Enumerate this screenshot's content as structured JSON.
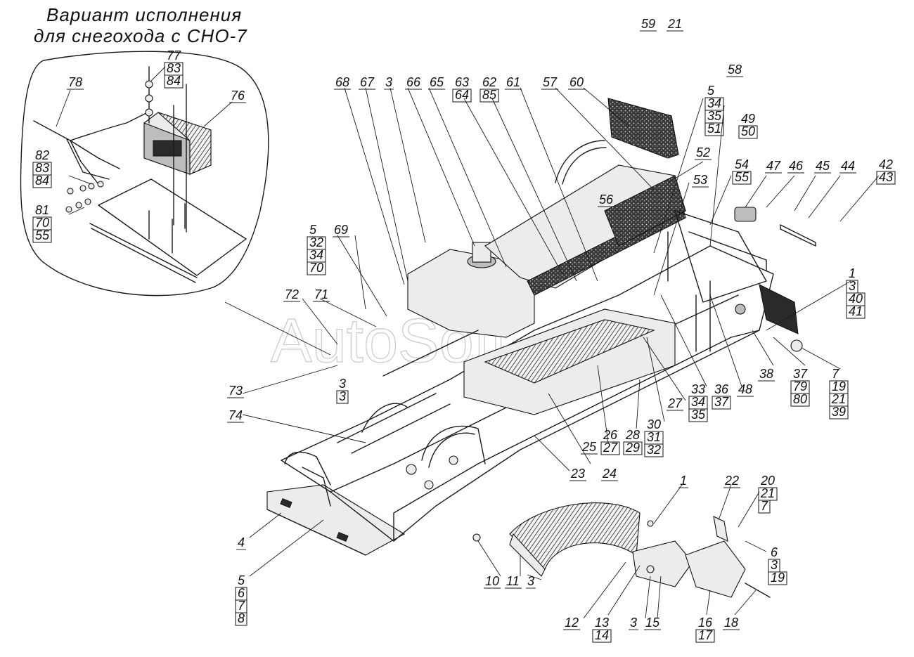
{
  "title": {
    "line1": "Вариант исполнения",
    "line2": "для снегохода с СНО-7"
  },
  "watermark": "AutoSoft",
  "callouts": [
    {
      "id": "c78",
      "lines": [
        "78"
      ]
    },
    {
      "id": "c77",
      "lines": [
        "77",
        "83",
        "84"
      ]
    },
    {
      "id": "c76",
      "lines": [
        "76"
      ]
    },
    {
      "id": "c82",
      "lines": [
        "82",
        "83",
        "84"
      ]
    },
    {
      "id": "c81",
      "lines": [
        "81",
        "70",
        "55"
      ]
    },
    {
      "id": "c68",
      "lines": [
        "68"
      ]
    },
    {
      "id": "c67",
      "lines": [
        "67"
      ]
    },
    {
      "id": "c3a",
      "lines": [
        "3"
      ]
    },
    {
      "id": "c66",
      "lines": [
        "66"
      ]
    },
    {
      "id": "c65",
      "lines": [
        "65"
      ]
    },
    {
      "id": "c63",
      "lines": [
        "63",
        "64"
      ]
    },
    {
      "id": "c62",
      "lines": [
        "62",
        "85"
      ]
    },
    {
      "id": "c61",
      "lines": [
        "61"
      ]
    },
    {
      "id": "c57",
      "lines": [
        "57"
      ]
    },
    {
      "id": "c60",
      "lines": [
        "60"
      ]
    },
    {
      "id": "c59",
      "lines": [
        "59"
      ]
    },
    {
      "id": "c21",
      "lines": [
        "21"
      ]
    },
    {
      "id": "c58",
      "lines": [
        "58"
      ]
    },
    {
      "id": "c5a",
      "lines": [
        "5",
        "34",
        "35",
        "51"
      ]
    },
    {
      "id": "c49",
      "lines": [
        "49",
        "50"
      ]
    },
    {
      "id": "c52",
      "lines": [
        "52"
      ]
    },
    {
      "id": "c56",
      "lines": [
        "56"
      ]
    },
    {
      "id": "c53",
      "lines": [
        "53"
      ]
    },
    {
      "id": "c54",
      "lines": [
        "54",
        "55"
      ]
    },
    {
      "id": "c47",
      "lines": [
        "47"
      ]
    },
    {
      "id": "c46",
      "lines": [
        "46"
      ]
    },
    {
      "id": "c45",
      "lines": [
        "45"
      ]
    },
    {
      "id": "c44",
      "lines": [
        "44"
      ]
    },
    {
      "id": "c42",
      "lines": [
        "42",
        "43"
      ]
    },
    {
      "id": "c1a",
      "lines": [
        "1",
        "3",
        "40",
        "41"
      ]
    },
    {
      "id": "c5b",
      "lines": [
        "5",
        "32",
        "34",
        "70"
      ]
    },
    {
      "id": "c69",
      "lines": [
        "69"
      ]
    },
    {
      "id": "c72",
      "lines": [
        "72"
      ]
    },
    {
      "id": "c71",
      "lines": [
        "71"
      ]
    },
    {
      "id": "c73",
      "lines": [
        "73"
      ]
    },
    {
      "id": "c3b",
      "lines": [
        "3",
        "3"
      ]
    },
    {
      "id": "c74",
      "lines": [
        "74"
      ]
    },
    {
      "id": "c7",
      "lines": [
        "7",
        "19",
        "21",
        "39"
      ]
    },
    {
      "id": "c37",
      "lines": [
        "37",
        "79",
        "80"
      ]
    },
    {
      "id": "c38",
      "lines": [
        "38"
      ]
    },
    {
      "id": "c48",
      "lines": [
        "48"
      ]
    },
    {
      "id": "c36",
      "lines": [
        "36",
        "37"
      ]
    },
    {
      "id": "c33",
      "lines": [
        "33",
        "34",
        "35"
      ]
    },
    {
      "id": "c27",
      "lines": [
        "27"
      ]
    },
    {
      "id": "c30",
      "lines": [
        "30",
        "31",
        "32"
      ]
    },
    {
      "id": "c28",
      "lines": [
        "28",
        "29"
      ]
    },
    {
      "id": "c26",
      "lines": [
        "26",
        "27"
      ]
    },
    {
      "id": "c25",
      "lines": [
        "25"
      ]
    },
    {
      "id": "c24",
      "lines": [
        "24"
      ]
    },
    {
      "id": "c23",
      "lines": [
        "23"
      ]
    },
    {
      "id": "c4",
      "lines": [
        "4"
      ]
    },
    {
      "id": "c5c",
      "lines": [
        "5",
        "6",
        "7",
        "8"
      ]
    },
    {
      "id": "c10",
      "lines": [
        "10"
      ]
    },
    {
      "id": "c11",
      "lines": [
        "11"
      ]
    },
    {
      "id": "c3c",
      "lines": [
        "3"
      ]
    },
    {
      "id": "c1b",
      "lines": [
        "1"
      ]
    },
    {
      "id": "c22",
      "lines": [
        "22"
      ]
    },
    {
      "id": "c20",
      "lines": [
        "20",
        "21",
        "7"
      ]
    },
    {
      "id": "c6",
      "lines": [
        "6",
        "3",
        "19"
      ]
    },
    {
      "id": "c12",
      "lines": [
        "12"
      ]
    },
    {
      "id": "c13",
      "lines": [
        "13",
        "14"
      ]
    },
    {
      "id": "c3d",
      "lines": [
        "3"
      ]
    },
    {
      "id": "c15",
      "lines": [
        "15"
      ]
    },
    {
      "id": "c16",
      "lines": [
        "16",
        "17"
      ]
    },
    {
      "id": "c18",
      "lines": [
        "18"
      ]
    }
  ]
}
